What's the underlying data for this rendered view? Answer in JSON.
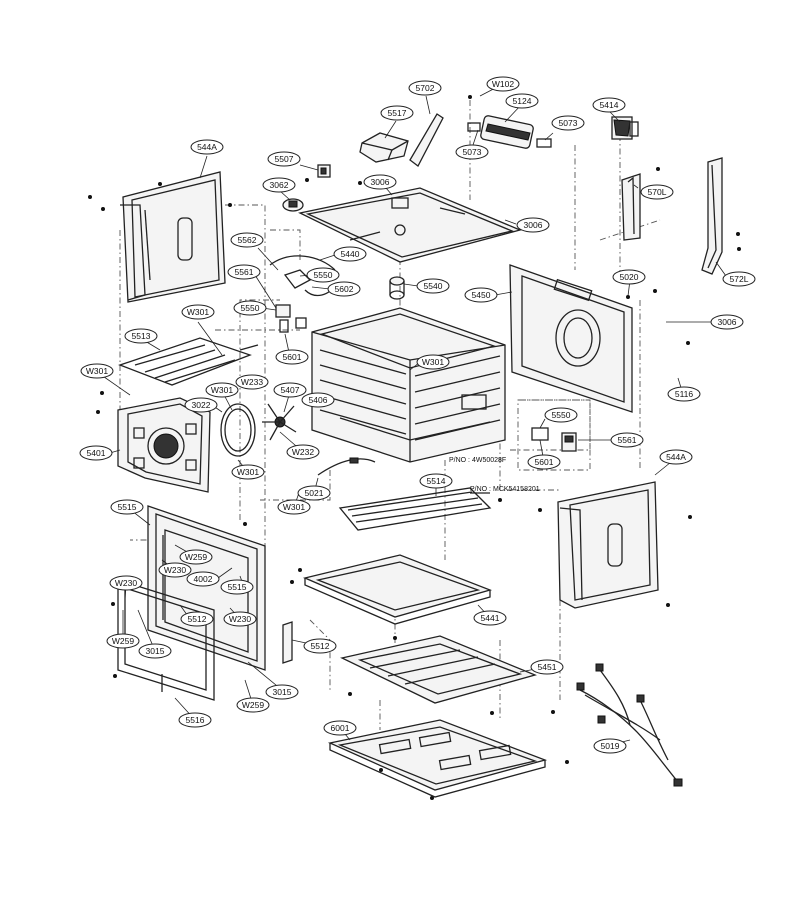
{
  "callouts": [
    {
      "id": "c5702",
      "label": "5702"
    },
    {
      "id": "cW102",
      "label": "W102"
    },
    {
      "id": "c5124",
      "label": "5124"
    },
    {
      "id": "c5517",
      "label": "5517"
    },
    {
      "id": "c5414",
      "label": "5414"
    },
    {
      "id": "c5073a",
      "label": "5073"
    },
    {
      "id": "c5073b",
      "label": "5073"
    },
    {
      "id": "c544Aa",
      "label": "544A"
    },
    {
      "id": "c5507",
      "label": "5507"
    },
    {
      "id": "c3062",
      "label": "3062"
    },
    {
      "id": "c3006a",
      "label": "3006"
    },
    {
      "id": "c570L",
      "label": "570L"
    },
    {
      "id": "c3006b",
      "label": "3006"
    },
    {
      "id": "c5562",
      "label": "5562"
    },
    {
      "id": "c5440",
      "label": "5440"
    },
    {
      "id": "c572L",
      "label": "572L"
    },
    {
      "id": "c5561a",
      "label": "5561"
    },
    {
      "id": "c5550a",
      "label": "5550"
    },
    {
      "id": "c5602",
      "label": "5602"
    },
    {
      "id": "c5540",
      "label": "5540"
    },
    {
      "id": "c5020",
      "label": "5020"
    },
    {
      "id": "c5450",
      "label": "5450"
    },
    {
      "id": "c5550b",
      "label": "5550"
    },
    {
      "id": "cW301a",
      "label": "W301"
    },
    {
      "id": "c3006c",
      "label": "3006"
    },
    {
      "id": "c5513",
      "label": "5513"
    },
    {
      "id": "c5601a",
      "label": "5601"
    },
    {
      "id": "cW301b",
      "label": "W301"
    },
    {
      "id": "cW301c",
      "label": "W301"
    },
    {
      "id": "cW233",
      "label": "W233"
    },
    {
      "id": "cW301d",
      "label": "W301"
    },
    {
      "id": "c5407",
      "label": "5407"
    },
    {
      "id": "c5116",
      "label": "5116"
    },
    {
      "id": "c3022",
      "label": "3022"
    },
    {
      "id": "c5406",
      "label": "5406"
    },
    {
      "id": "c5550c",
      "label": "5550"
    },
    {
      "id": "c5561b",
      "label": "5561"
    },
    {
      "id": "c5401",
      "label": "5401"
    },
    {
      "id": "cW232",
      "label": "W232"
    },
    {
      "id": "c5601b",
      "label": "5601"
    },
    {
      "id": "c544Ab",
      "label": "544A"
    },
    {
      "id": "cW301e",
      "label": "W301"
    },
    {
      "id": "c5514",
      "label": "5514"
    },
    {
      "id": "c5021",
      "label": "5021"
    },
    {
      "id": "c5515a",
      "label": "5515"
    },
    {
      "id": "cW301f",
      "label": "W301"
    },
    {
      "id": "cW259a",
      "label": "W259"
    },
    {
      "id": "cW230a",
      "label": "W230"
    },
    {
      "id": "c4002",
      "label": "4002"
    },
    {
      "id": "c5515b",
      "label": "5515"
    },
    {
      "id": "cW230b",
      "label": "W230"
    },
    {
      "id": "c5512a",
      "label": "5512"
    },
    {
      "id": "cW230c",
      "label": "W230"
    },
    {
      "id": "c5441",
      "label": "5441"
    },
    {
      "id": "cW259b",
      "label": "W259"
    },
    {
      "id": "c3015a",
      "label": "3015"
    },
    {
      "id": "c5512b",
      "label": "5512"
    },
    {
      "id": "c5451",
      "label": "5451"
    },
    {
      "id": "c3015b",
      "label": "3015"
    },
    {
      "id": "cW259c",
      "label": "W259"
    },
    {
      "id": "c5516",
      "label": "5516"
    },
    {
      "id": "c6001",
      "label": "6001"
    },
    {
      "id": "c5019",
      "label": "5019"
    }
  ],
  "part_numbers": [
    {
      "id": "pn1",
      "label": "P/NO : 4W50028F"
    },
    {
      "id": "pn2",
      "label": "P/NO : MCK54158201"
    }
  ]
}
